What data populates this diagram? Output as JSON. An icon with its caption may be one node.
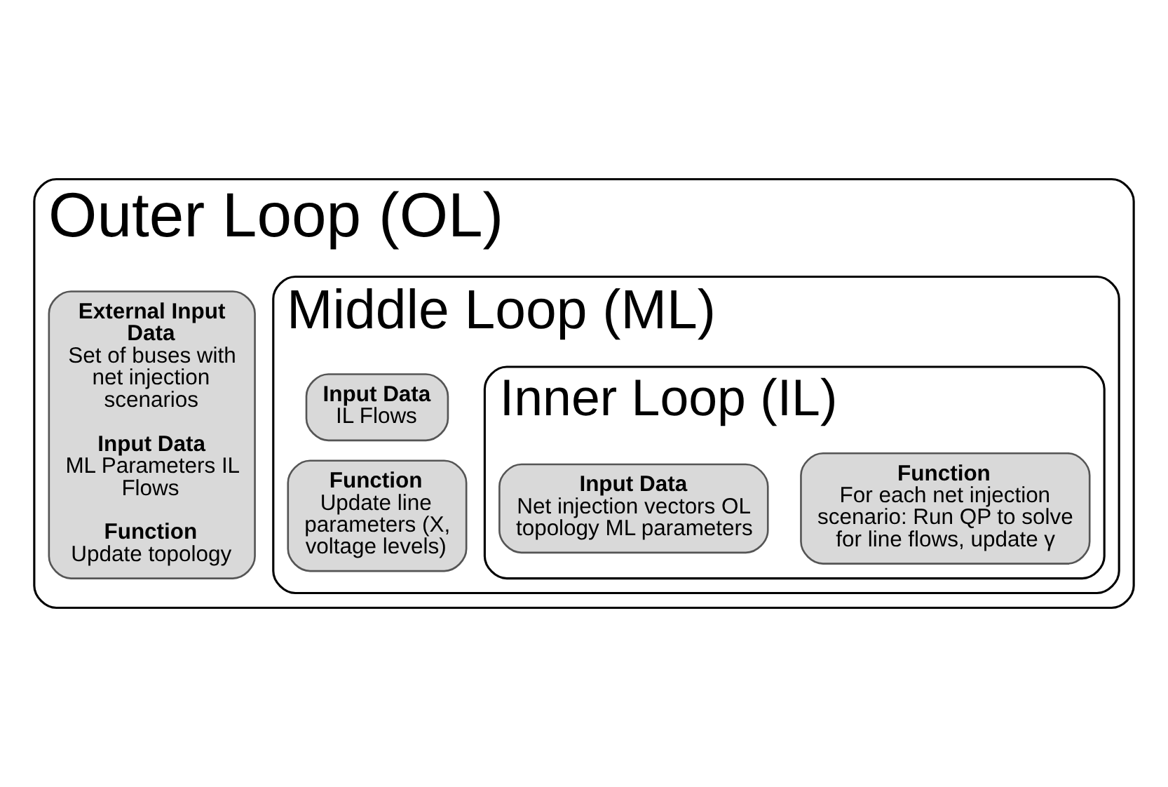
{
  "diagram": {
    "nodes": [
      {
        "text": [
          "Outer Loop (OL)"
        ]
      },
      {
        "text": [
          "External Input Data",
          "Set of buses with net injection scenarios",
          "Input Data",
          "ML Parameters IL Flows",
          "Function",
          "Update topology"
        ],
        "in": 0
      },
      {
        "text": [
          "Middle Loop (ML)"
        ],
        "in": 0
      },
      {
        "text": [
          "Input Data",
          "IL Flows"
        ],
        "in": 2
      },
      {
        "text": [
          "Function",
          "Update line parameters (X, voltage levels)"
        ],
        "in": 2
      },
      {
        "text": [
          "Inner Loop (IL)"
        ],
        "in": 2
      },
      {
        "text": [
          "Input Data",
          "Net injection vectors OL topology ML parameters"
        ],
        "in": 5
      },
      {
        "text": [
          "Function",
          "For each net injection scenario: Run QP to solve for line flows, update γ"
        ],
        "in": 5
      }
    ],
    "edges": []
  }
}
